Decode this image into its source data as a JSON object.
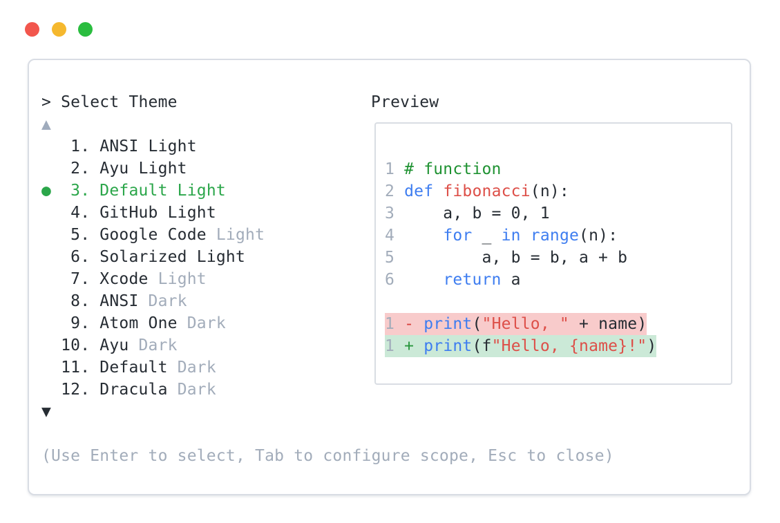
{
  "window": {
    "traffic_lights": [
      {
        "name": "close",
        "color": "#f2564d"
      },
      {
        "name": "minimize",
        "color": "#f5b82e"
      },
      {
        "name": "zoom",
        "color": "#2abd3f"
      }
    ]
  },
  "picker": {
    "prompt": "> Select Theme",
    "scroll_up": "▲",
    "scroll_down": "▼",
    "selected_bullet": "●",
    "items": [
      {
        "n": 1,
        "selected": false,
        "parts": [
          [
            "ANSI Light",
            "text_dark"
          ]
        ]
      },
      {
        "n": 2,
        "selected": false,
        "parts": [
          [
            "Ayu Light",
            "text_dark"
          ]
        ]
      },
      {
        "n": 3,
        "selected": true,
        "parts": [
          [
            "Default Light",
            "selected_green"
          ]
        ]
      },
      {
        "n": 4,
        "selected": false,
        "parts": [
          [
            "GitHub Light",
            "text_dark"
          ]
        ]
      },
      {
        "n": 5,
        "selected": false,
        "parts": [
          [
            "Google Code ",
            "text_dark"
          ],
          [
            "Light",
            "muted"
          ]
        ]
      },
      {
        "n": 6,
        "selected": false,
        "parts": [
          [
            "Solarized Light",
            "text_dark"
          ]
        ]
      },
      {
        "n": 7,
        "selected": false,
        "parts": [
          [
            "Xcode ",
            "text_dark"
          ],
          [
            "Light",
            "muted"
          ]
        ]
      },
      {
        "n": 8,
        "selected": false,
        "parts": [
          [
            "ANSI ",
            "text_dark"
          ],
          [
            "Dark",
            "muted"
          ]
        ]
      },
      {
        "n": 9,
        "selected": false,
        "parts": [
          [
            "Atom One ",
            "text_dark"
          ],
          [
            "Dark",
            "muted"
          ]
        ]
      },
      {
        "n": 10,
        "selected": false,
        "parts": [
          [
            "Ayu ",
            "text_dark"
          ],
          [
            "Dark",
            "muted"
          ]
        ]
      },
      {
        "n": 11,
        "selected": false,
        "parts": [
          [
            "Default ",
            "text_dark"
          ],
          [
            "Dark",
            "muted"
          ]
        ]
      },
      {
        "n": 12,
        "selected": false,
        "parts": [
          [
            "Dracula ",
            "text_dark"
          ],
          [
            "Dark",
            "muted"
          ]
        ]
      }
    ],
    "help": "(Use Enter to select, Tab to configure scope, Esc to close)"
  },
  "preview": {
    "label": "Preview",
    "code": [
      {
        "num": "1",
        "segs": [
          [
            "# function",
            "comment"
          ]
        ]
      },
      {
        "num": "2",
        "segs": [
          [
            "def",
            "keyword"
          ],
          [
            " ",
            "text_dark"
          ],
          [
            "fibonacci",
            "function"
          ],
          [
            "(n):",
            "text_dark"
          ]
        ]
      },
      {
        "num": "3",
        "segs": [
          [
            "    a, b = 0, 1",
            "text_dark"
          ]
        ]
      },
      {
        "num": "4",
        "segs": [
          [
            "    ",
            "text_dark"
          ],
          [
            "for",
            "keyword"
          ],
          [
            " _ ",
            "text_dark"
          ],
          [
            "in",
            "keyword"
          ],
          [
            " ",
            "text_dark"
          ],
          [
            "range",
            "keyword"
          ],
          [
            "(n):",
            "text_dark"
          ]
        ]
      },
      {
        "num": "5",
        "segs": [
          [
            "        a, b = b, a + b",
            "text_dark"
          ]
        ]
      },
      {
        "num": "6",
        "segs": [
          [
            "    ",
            "text_dark"
          ],
          [
            "return",
            "keyword"
          ],
          [
            " a",
            "text_dark"
          ]
        ]
      },
      {
        "num": "",
        "segs": []
      },
      {
        "num": "1",
        "hl": "removed",
        "segs": [
          [
            "-",
            "diff_minus"
          ],
          [
            " ",
            "text_dark"
          ],
          [
            "print",
            "keyword"
          ],
          [
            "(",
            "text_dark"
          ],
          [
            "\"Hello, \"",
            "string"
          ],
          [
            " + name)",
            "text_dark"
          ]
        ]
      },
      {
        "num": "1",
        "hl": "added",
        "segs": [
          [
            "+",
            "diff_plus"
          ],
          [
            " ",
            "text_dark"
          ],
          [
            "print",
            "keyword"
          ],
          [
            "(f",
            "text_dark"
          ],
          [
            "\"Hello, {name}!\"",
            "string"
          ],
          [
            ")",
            "text_dark"
          ]
        ]
      }
    ]
  },
  "colors": {
    "text_dark": "#262c33",
    "muted": "#a2acba",
    "selected_green": "#2ba64a",
    "scroll_up_arrow": "#9fabbc",
    "comment": "#1f9232",
    "keyword": "#3e7df0",
    "function": "#dd4f48",
    "string": "#dd4f48",
    "diff_minus": "#d7423e",
    "diff_plus": "#27963c",
    "line_number": "#a2acba",
    "removed_bg": "#f8cbcb",
    "added_bg": "#cbe9d7",
    "panel_border": "#d9dde4"
  }
}
